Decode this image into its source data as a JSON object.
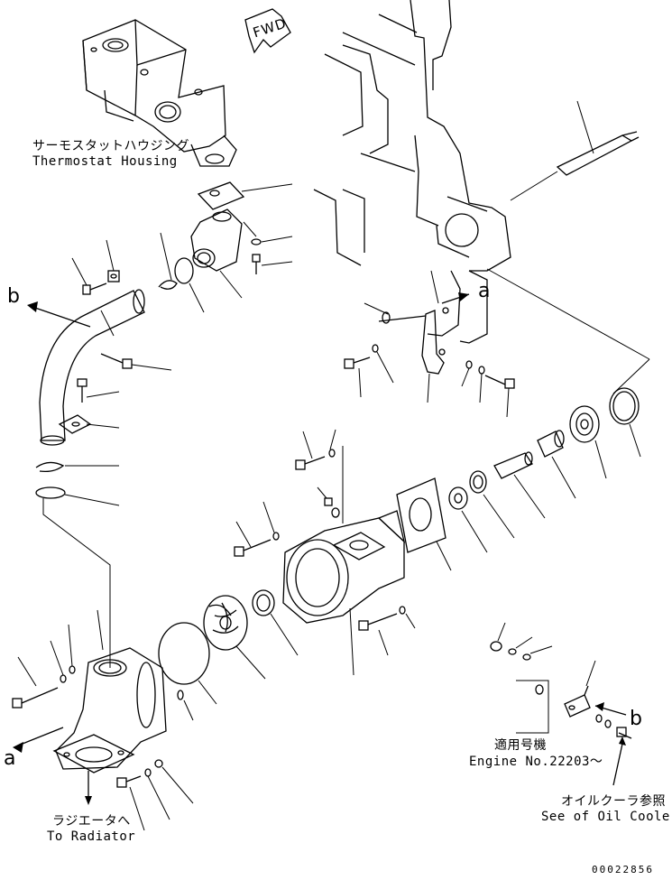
{
  "labels": {
    "thermostat_housing_jp": "サーモスタットハウジング",
    "thermostat_housing_en": "Thermostat Housing",
    "applicable_serial_jp": "適用号機",
    "engine_number_en": "Engine No.22203～",
    "oil_cooler_ref_jp": "オイルクーラ参照",
    "oil_cooler_ref_en": "See of Oil Cooler",
    "to_radiator_jp": "ラジエータへ",
    "to_radiator_en": "To Radiator"
  },
  "markers": {
    "fwd": "FWD",
    "a": "a",
    "b": "b"
  },
  "document_number": "00022856"
}
